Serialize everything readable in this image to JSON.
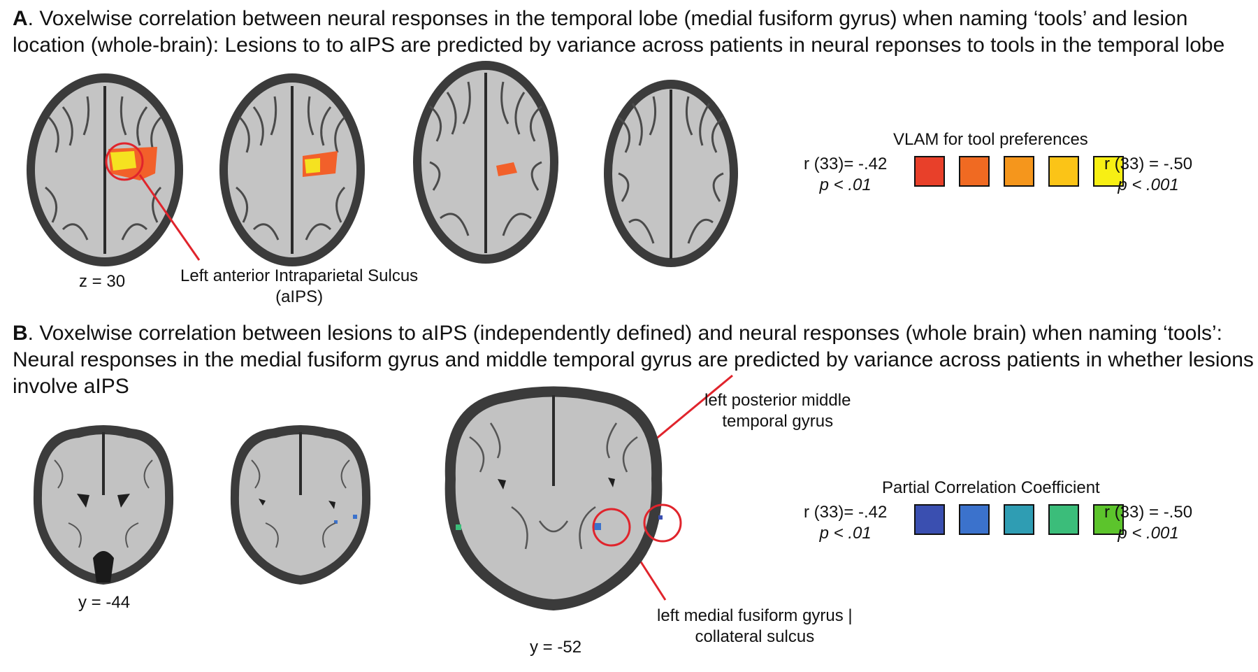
{
  "panel_a": {
    "letter": "A",
    "caption": ". Voxelwise correlation between neural responses in the temporal lobe (medial fusiform gyrus) when naming ‘tools’ and lesion location (whole-brain): Lesions to to aIPS are predicted by variance across patients in neural reponses to tools in the temporal lobe",
    "slice_label": "z = 30",
    "annotation": "Left anterior Intraparietal Sulcus",
    "annotation_abbr": "(aIPS)",
    "scale": {
      "title": "VLAM for tool preferences",
      "left_stat": "r (33)= -.42",
      "left_p": "p < .01",
      "right_stat": "r (33) = -.50",
      "right_p": "p < .001",
      "colors": [
        "#e8402a",
        "#f06a22",
        "#f5961c",
        "#fbc417",
        "#f7ef14"
      ]
    }
  },
  "panel_b": {
    "letter": "B",
    "caption": ". Voxelwise correlation between lesions to aIPS (independently defined) and neural responses (whole brain) when naming ‘tools’: Neural responses in the medial fusiform gyrus and middle temporal gyrus are predicted by variance across patients in whether lesions involve aIPS",
    "slice_label_1": "y = -44",
    "slice_label_2": "y = -52",
    "annotation_top_1": "left posterior middle",
    "annotation_top_2": "temporal gyrus",
    "annotation_bottom_1": "left medial fusiform gyrus |",
    "annotation_bottom_2": "collateral sulcus",
    "scale": {
      "title": "Partial Correlation Coefficient",
      "left_stat": "r (33)= -.42",
      "left_p": "p < .01",
      "right_stat": "r (33) = -.50",
      "right_p": "p < .001",
      "colors": [
        "#3a4fb0",
        "#3b72cc",
        "#2f9db3",
        "#3bbd7a",
        "#5cc42c"
      ]
    }
  },
  "colors": {
    "highlight_circle": "#e0242c",
    "brain_outer": "#3a3a3a",
    "brain_inner": "#bdbdbd"
  }
}
